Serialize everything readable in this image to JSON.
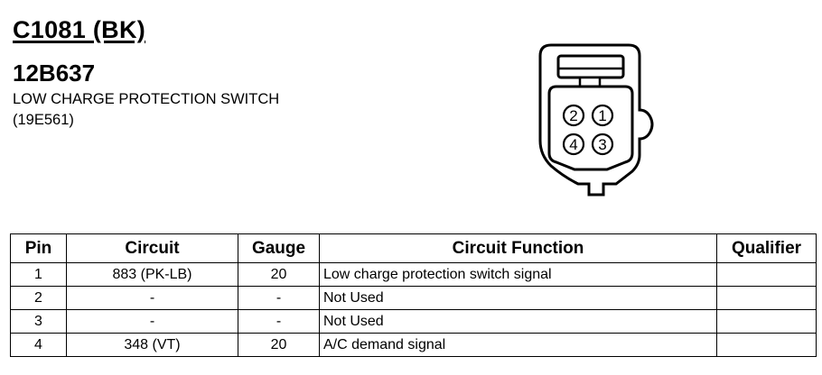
{
  "header": {
    "connector_id": "C1081 (BK)",
    "part_number": "12B637",
    "component_name": "LOW CHARGE PROTECTION SWITCH",
    "component_code": "(19E561)"
  },
  "connector_face": {
    "icon": "connector-face-icon",
    "pins": [
      {
        "label": "2"
      },
      {
        "label": "1"
      },
      {
        "label": "4"
      },
      {
        "label": "3"
      }
    ]
  },
  "pin_table": {
    "headers": [
      "Pin",
      "Circuit",
      "Gauge",
      "Circuit Function",
      "Qualifier"
    ],
    "rows": [
      {
        "pin": "1",
        "circuit": "883 (PK-LB)",
        "gauge": "20",
        "function": "Low charge protection switch signal",
        "qualifier": ""
      },
      {
        "pin": "2",
        "circuit": "-",
        "gauge": "-",
        "function": "Not Used",
        "qualifier": ""
      },
      {
        "pin": "3",
        "circuit": "-",
        "gauge": "-",
        "function": "Not Used",
        "qualifier": ""
      },
      {
        "pin": "4",
        "circuit": "348 (VT)",
        "gauge": "20",
        "function": "A/C demand signal",
        "qualifier": ""
      }
    ]
  }
}
